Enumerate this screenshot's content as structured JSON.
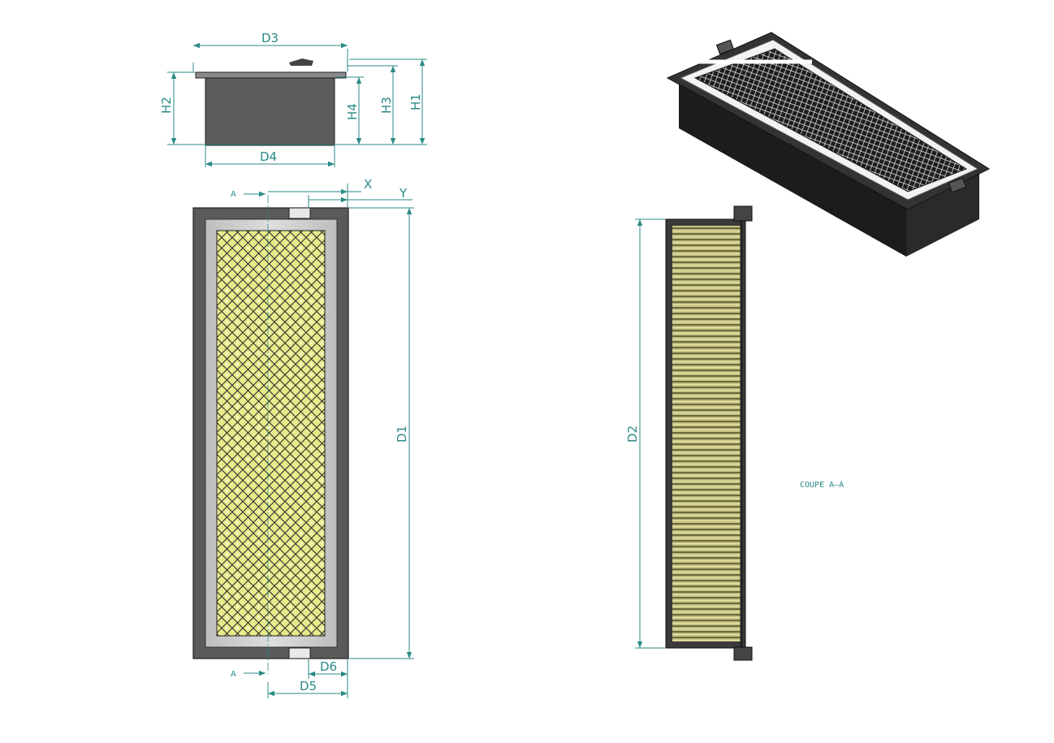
{
  "colors": {
    "dimension": "#2a8a86",
    "frame": "#5a5a5a",
    "gasket": "#c9c9c9",
    "media": "#e7ea8a",
    "media_dark": "#2f2f2f"
  },
  "dimensions": {
    "D1": "D1",
    "D2": "D2",
    "D3": "D3",
    "D4": "D4",
    "D5": "D5",
    "D6": "D6",
    "H1": "H1",
    "H2": "H2",
    "H3": "H3",
    "H4": "H4",
    "X": "X",
    "Y": "Y"
  },
  "section_marker": "A",
  "section_label": "COUPE A–A",
  "icons": [
    "dimension-arrow-icon",
    "section-marker-icon"
  ]
}
